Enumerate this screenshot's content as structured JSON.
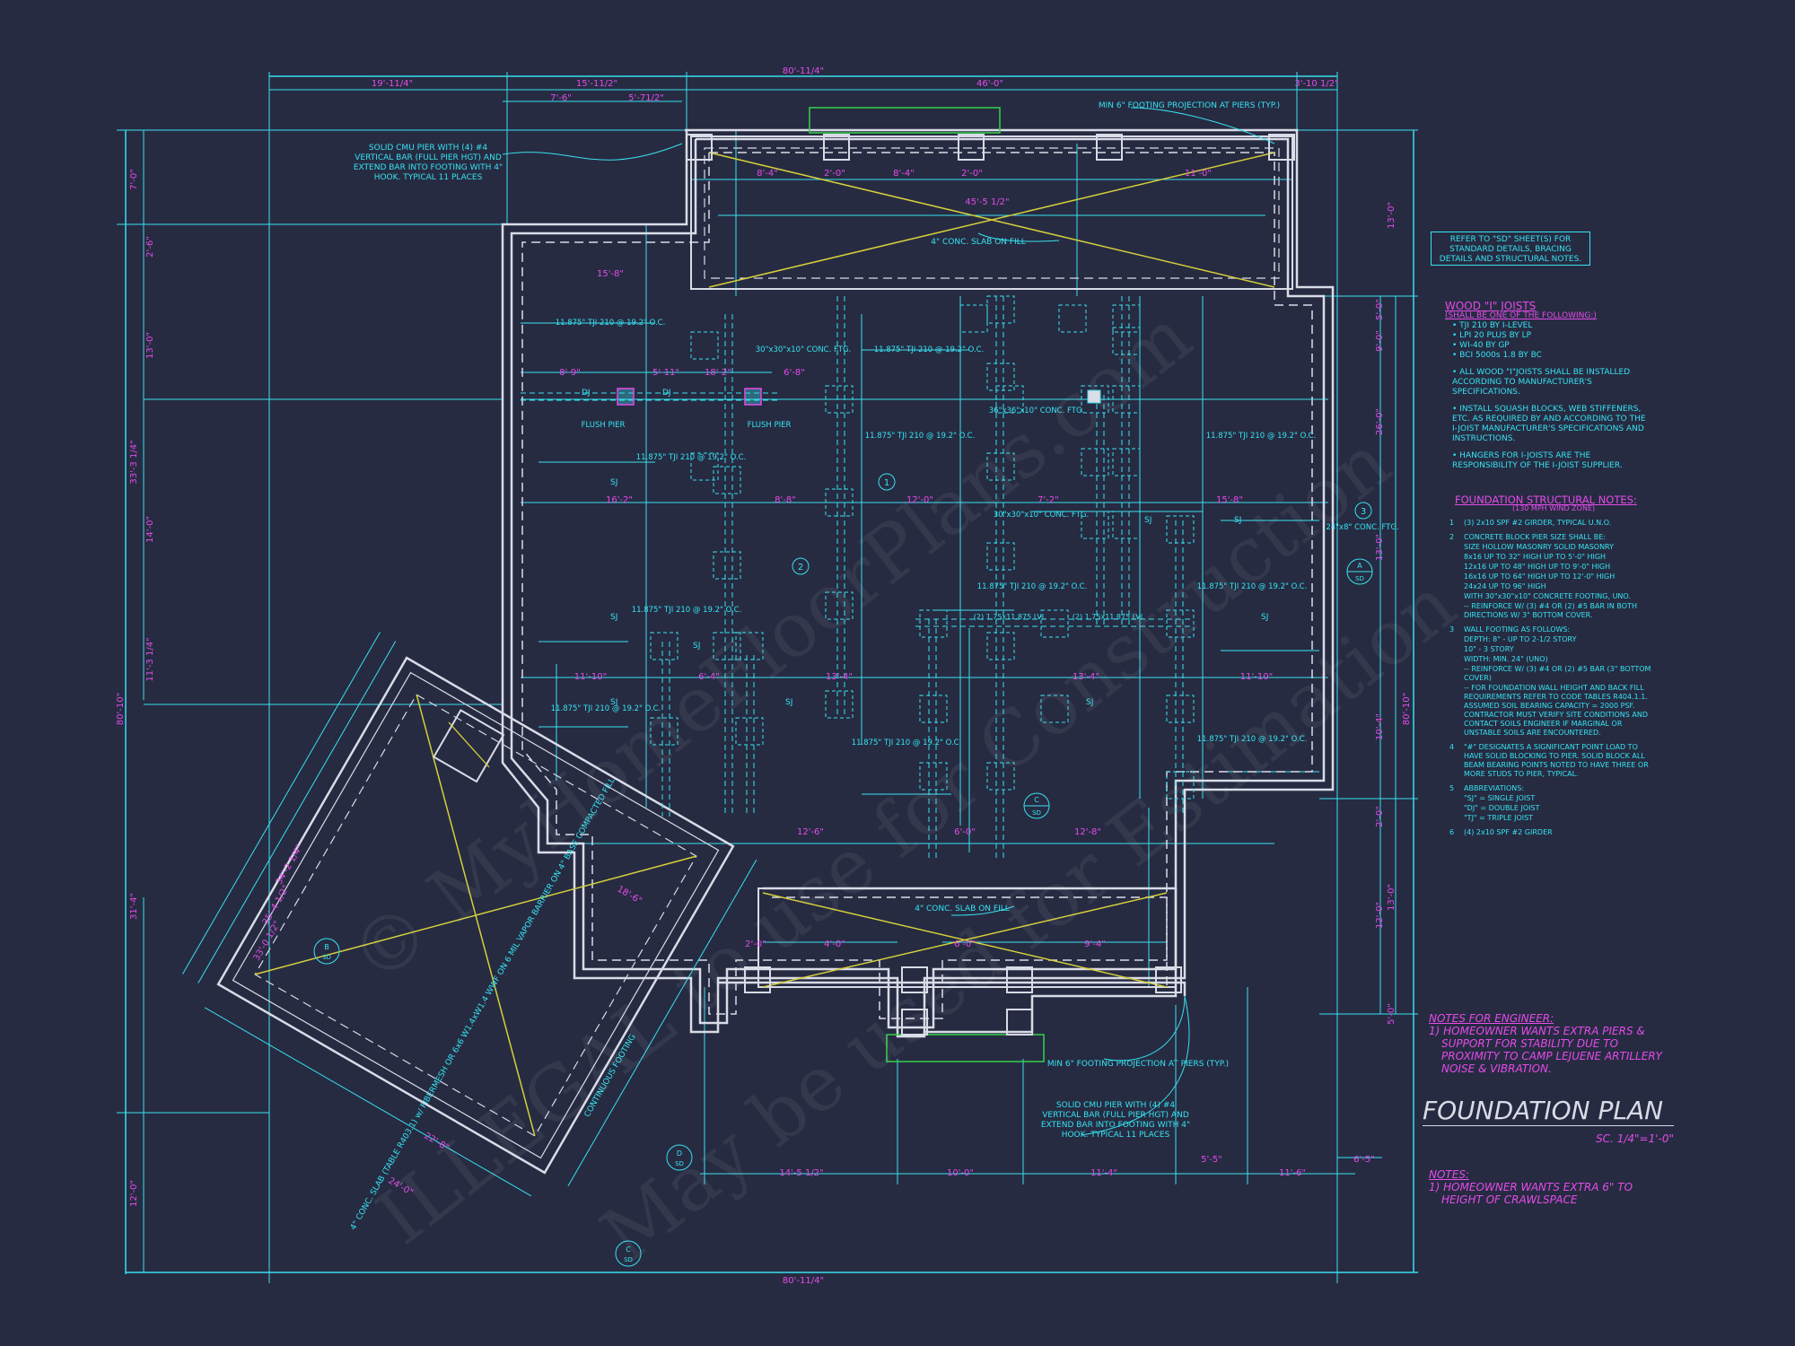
{
  "title": "FOUNDATION PLAN",
  "scale": "SC. 1/4\"=1'-0\"",
  "refer_box": "REFER TO \"SD\" SHEET(S) FOR STANDARD DETAILS, BRACING DETAILS AND STRUCTURAL NOTES.",
  "wood_joists": {
    "heading": "WOOD \"I\" JOISTS",
    "sub": "(SHALL BE ONE OF THE FOLLOWING:)",
    "items": [
      "TJI 210 BY I-LEVEL",
      "LPI 20 PLUS BY LP",
      "WI-40 BY GP",
      "BCI 5000s 1.8 BY BC"
    ],
    "notes": [
      "ALL WOOD \"I\"JOISTS SHALL BE INSTALLED ACCORDING TO MANUFACTURER'S SPECIFICATIONS.",
      "INSTALL SQUASH BLOCKS, WEB STIFFENERS, ETC. AS REQUIRED BY AND ACCORDING TO THE I-JOIST MANUFACTURER'S SPECIFICATIONS AND INSTRUCTIONS.",
      "HANGERS FOR I-JOISTS ARE THE RESPONSIBILITY OF THE I-JOIST SUPPLIER."
    ]
  },
  "structural_notes": {
    "heading": "FOUNDATION STRUCTURAL NOTES:",
    "sub": "(130 MPH WIND ZONE)",
    "items": [
      {
        "num": "1",
        "text": "(3) 2x10 SPF #2 GIRDER, TYPICAL U.N.O."
      },
      {
        "num": "2",
        "text": "CONCRETE BLOCK PIER SIZE SHALL BE:"
      },
      {
        "num": "",
        "text": "SIZE  HOLLOW MASONRY  SOLID MASONRY"
      },
      {
        "num": "",
        "text": "8x16  UP TO 32\" HIGH  UP TO 5'-0\" HIGH"
      },
      {
        "num": "",
        "text": "12x16  UP TO 48\" HIGH  UP TO 9'-0\" HIGH"
      },
      {
        "num": "",
        "text": "16x16  UP TO 64\" HIGH  UP TO 12'-0\" HIGH"
      },
      {
        "num": "",
        "text": "24x24  UP TO 96\" HIGH"
      },
      {
        "num": "",
        "text": "WITH 30\"x30\"x10\" CONCRETE FOOTING, UNO."
      },
      {
        "num": "",
        "text": "-- REINFORCE W/ (3) #4 OR (2) #5 BAR IN BOTH DIRECTIONS W/ 3\" BOTTOM COVER."
      },
      {
        "num": "3",
        "text": "WALL FOOTING AS FOLLOWS:"
      },
      {
        "num": "",
        "text": "DEPTH: 8\" - UP TO 2-1/2 STORY"
      },
      {
        "num": "",
        "text": "10\" - 3 STORY"
      },
      {
        "num": "",
        "text": "WIDTH: MIN. 24\" (UNO)"
      },
      {
        "num": "",
        "text": "-- REINFORCE W/ (3) #4 OR (2) #5 BAR (3\" BOTTOM COVER)"
      },
      {
        "num": "",
        "text": "-- FOR FOUNDATION WALL HEIGHT AND BACK FILL REQUIREMENTS REFER TO CODE TABLES R404.1.1. ASSUMED SOIL BEARING CAPACITY = 2000 PSF. CONTRACTOR MUST VERIFY SITE CONDITIONS AND CONTACT SOILS ENGINEER IF MARGINAL OR UNSTABLE SOILS ARE ENCOUNTERED."
      },
      {
        "num": "4",
        "text": "\"#\" DESIGNATES A SIGNIFICANT POINT LOAD TO HAVE SOLID BLOCKING TO PIER. SOLID BLOCK ALL BEAM BEARING POINTS NOTED TO HAVE THREE OR MORE STUDS TO PIER, TYPICAL."
      },
      {
        "num": "5",
        "text": "ABBREVIATIONS:"
      },
      {
        "num": "",
        "text": "\"SJ\" = SINGLE JOIST"
      },
      {
        "num": "",
        "text": "\"DJ\" = DOUBLE JOIST"
      },
      {
        "num": "",
        "text": "\"TJ\" = TRIPLE JOIST"
      },
      {
        "num": "6",
        "text": "(4) 2x10 SPF #2 GIRDER"
      }
    ]
  },
  "engineer_notes": {
    "heading": "NOTES FOR ENGINEER:",
    "lines": [
      "1) HOMEOWNER WANTS EXTRA PIERS &",
      "SUPPORT FOR STABILITY DUE TO",
      "PROXIMITY TO CAMP LEJUENE ARTILLERY",
      "NOISE & VIBRATION."
    ]
  },
  "notes": {
    "heading": "NOTES:",
    "lines": [
      "1) HOMEOWNER WANTS EXTRA 6\" TO",
      "HEIGHT OF CRAWLSPACE"
    ]
  },
  "plan": {
    "dims_top": [
      "19'-11/4\"",
      "80'-11/4\"",
      "15'-11/2\"",
      "46'-0\"",
      "3'-10 1/2\"",
      "7'-6\"",
      "5'-71/2\""
    ],
    "dims_bottom": [
      "80'-11/4\"",
      "14'-5 1/2\"",
      "10'-0\"",
      "11'-4\"",
      "5'-5\"",
      "11'-6\"",
      "6'-5\""
    ],
    "dims_left": [
      "7'-0\"",
      "2'-6\"",
      "13'-0\"",
      "33'-3 1/4\"",
      "14'-0\"",
      "11'-3 1/4\"",
      "80'-10\"",
      "31'-4\"",
      "12'-0\"",
      "34'-2 1/4\"",
      "35'-4 1/2\"",
      "33'-0 1/2\""
    ],
    "dims_right": [
      "13'-0\"",
      "5'-0\"",
      "9'-0\"",
      "26'-0\"",
      "13'-0\"",
      "80'-10\"",
      "10'-4\"",
      "2'-0\"",
      "13'-0\"",
      "12'-0\"",
      "5'-0\""
    ],
    "pier_callout_top": "SOLID CMU PIER WITH (4) #4 VERTICAL BAR (FULL PIER HGT) AND EXTEND BAR INTO FOOTING WITH 4\" HOOK. TYPICAL 11 PLACES",
    "pier_callout_bottom": "SOLID CMU PIER WITH (4) #4 VERTICAL BAR (FULL PIER HGT) AND EXTEND BAR INTO FOOTING WITH 4\" HOOK. TYPICAL 11 PLACES",
    "footing_projection_top": "MIN 6\" FOOTING PROJECTION AT PIERS (TYP.)",
    "footing_projection_bottom": "MIN 6\" FOOTING PROJECTION AT PIERS (TYP.)",
    "slab_top": "4\" CONC. SLAB ON FILL",
    "slab_bottom": "4\" CONC. SLAB ON FILL",
    "slab_left": "4\" CONC. SLAB (TABLE R403.1) w/ FIBERMESH OR 6x6 W1.4xW1.4 WWF ON 6 MIL VAPOR BARRIER ON 4\" BASE COMPACTED FILL",
    "continuous_footing": "CONTINUOUS FOOTING",
    "joist_label": "11.875\" TJI 210 @ 19.2\" O.C.",
    "ftg_30": "30\"x30\"x10\" CONC. FTG.",
    "ftg_36": "36\"x36\"x10\" CONC. FTG.",
    "ftg_24": "24\"x8\" CONC. FTG.",
    "flush_pier": "FLUSH PIER",
    "lvl": "(2) 1.75x11.875 LVL",
    "dj": "DJ",
    "sj": "SJ",
    "tags": [
      "1",
      "2",
      "3",
      "A",
      "B",
      "C",
      "D"
    ],
    "tag_sub": "SD",
    "inner_dims": [
      "45'-5 1/2\"",
      "8'-4\"",
      "2'-0\"",
      "8'-4\"",
      "2'-0\"",
      "11'-0\"",
      "15'-8\"",
      "8'-9\"",
      "5'-11\"",
      "18'-2\"",
      "6'-8\"",
      "16'-2\"",
      "8'-8\"",
      "12'-0\"",
      "7'-2\"",
      "13'-4\"",
      "15'-8\"",
      "11'-10\"",
      "6'-4\"",
      "13'-4\"",
      "11'-10\"",
      "12'-6\"",
      "6'-0\"",
      "12'-8\"",
      "2'-0\"",
      "6'-0\"",
      "9'-4\"",
      "4'-0\"",
      "22'-8\"",
      "24'-0\"",
      "18'-6\""
    ]
  },
  "watermarks": [
    "© MyHomeFloorPlans.com",
    "ILLEGAL to use for Construction",
    "May be used for Estimation"
  ]
}
